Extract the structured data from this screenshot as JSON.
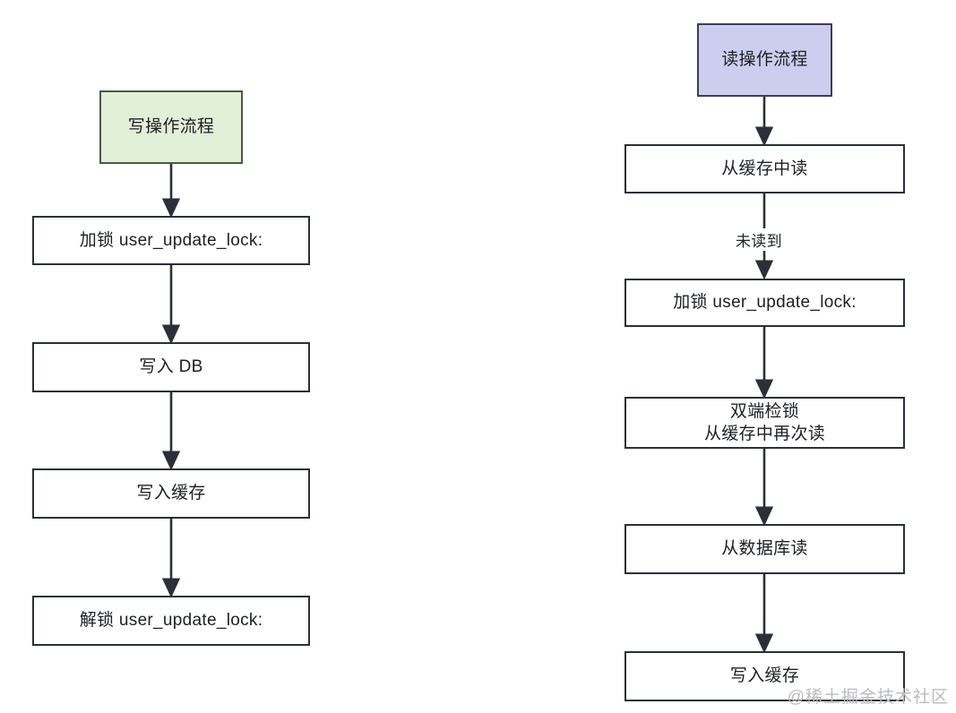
{
  "diagram": {
    "type": "flowchart",
    "title": "",
    "background_color": "#ffffff",
    "edge_color": "#2b2f38",
    "flows": [
      {
        "id": "write-flow",
        "name": "写操作流程",
        "start_fill": "#e2efd9",
        "start_border": "#4a5a42",
        "nodes": [
          {
            "id": "write-start",
            "label": "写操作流程",
            "shape": "rect",
            "style": "start"
          },
          {
            "id": "write-lock",
            "label": "加锁 user_update_lock:",
            "shape": "rect",
            "style": "process"
          },
          {
            "id": "write-db",
            "label": "写入 DB",
            "shape": "rect",
            "style": "process"
          },
          {
            "id": "write-cache",
            "label": "写入缓存",
            "shape": "rect",
            "style": "process"
          },
          {
            "id": "write-unlock",
            "label": "解锁 user_update_lock:",
            "shape": "rect",
            "style": "process"
          }
        ],
        "edges": [
          {
            "from": "write-start",
            "to": "write-lock",
            "label": ""
          },
          {
            "from": "write-lock",
            "to": "write-db",
            "label": ""
          },
          {
            "from": "write-db",
            "to": "write-cache",
            "label": ""
          },
          {
            "from": "write-cache",
            "to": "write-unlock",
            "label": ""
          }
        ]
      },
      {
        "id": "read-flow",
        "name": "读操作流程",
        "start_fill": "#cdcdef",
        "start_border": "#3b3f55",
        "nodes": [
          {
            "id": "read-start",
            "label": "读操作流程",
            "shape": "rect",
            "style": "start"
          },
          {
            "id": "read-cache",
            "label": "从缓存中读",
            "shape": "rect",
            "style": "process"
          },
          {
            "id": "read-lock",
            "label": "加锁 user_update_lock:",
            "shape": "rect",
            "style": "process"
          },
          {
            "id": "read-doublecheck",
            "label": "双端检锁\n从缓存中再次读",
            "shape": "rect",
            "style": "process"
          },
          {
            "id": "read-db",
            "label": "从数据库读",
            "shape": "rect",
            "style": "process"
          },
          {
            "id": "read-writecache",
            "label": "写入缓存",
            "shape": "rect",
            "style": "process"
          }
        ],
        "edges": [
          {
            "from": "read-start",
            "to": "read-cache",
            "label": ""
          },
          {
            "from": "read-cache",
            "to": "read-lock",
            "label": "未读到"
          },
          {
            "from": "read-lock",
            "to": "read-doublecheck",
            "label": ""
          },
          {
            "from": "read-doublecheck",
            "to": "read-db",
            "label": ""
          },
          {
            "from": "read-db",
            "to": "read-writecache",
            "label": ""
          }
        ]
      }
    ]
  },
  "watermark": {
    "text": "@稀土掘金技术社区"
  }
}
